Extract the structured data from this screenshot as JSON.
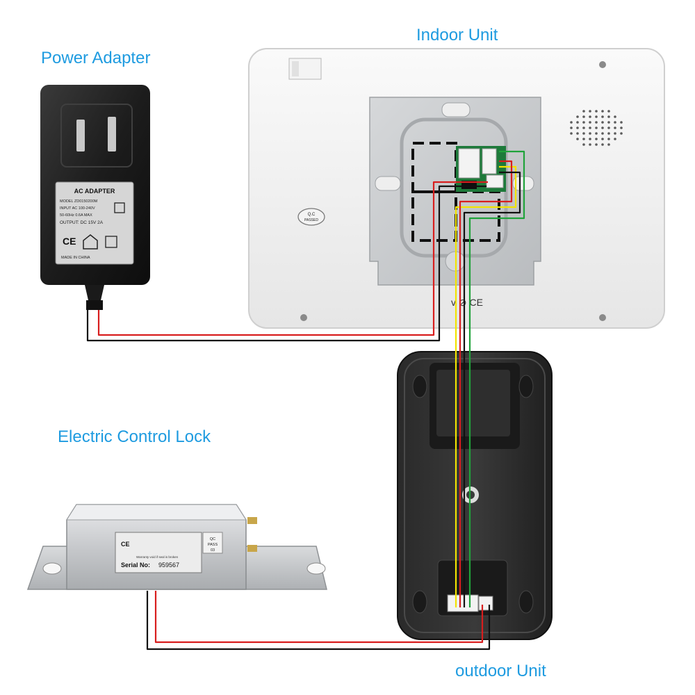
{
  "labels": {
    "power_adapter": "Power Adapter",
    "indoor_unit": "Indoor Unit",
    "electric_lock": "Electric Control Lock",
    "outdoor_unit": "outdoor Unit"
  },
  "adapter_label": {
    "title": "AC ADAPTER",
    "model": "MODEL ZD0150200M",
    "input": "INPUT AC 100-240V",
    "freq": "50-60Hz 0.6A MAX",
    "output": "OUTPUT: DC 15V 2A",
    "origin": "MADE IN CHINA"
  },
  "indoor_marks": {
    "qc_line1": "Q.C",
    "qc_line2": "PASSED"
  },
  "lock_label": {
    "serial_prefix": "Serial No:",
    "serial_number": "959567",
    "warranty": "Warranty void if seal is broken",
    "qc": "QC",
    "pass": "PASS",
    "code": "03"
  },
  "wire_colors": {
    "red": "#d81e1e",
    "black": "#111111",
    "yellow": "#f2e400",
    "green": "#1fa33a",
    "label_blue": "#1e9be0"
  }
}
